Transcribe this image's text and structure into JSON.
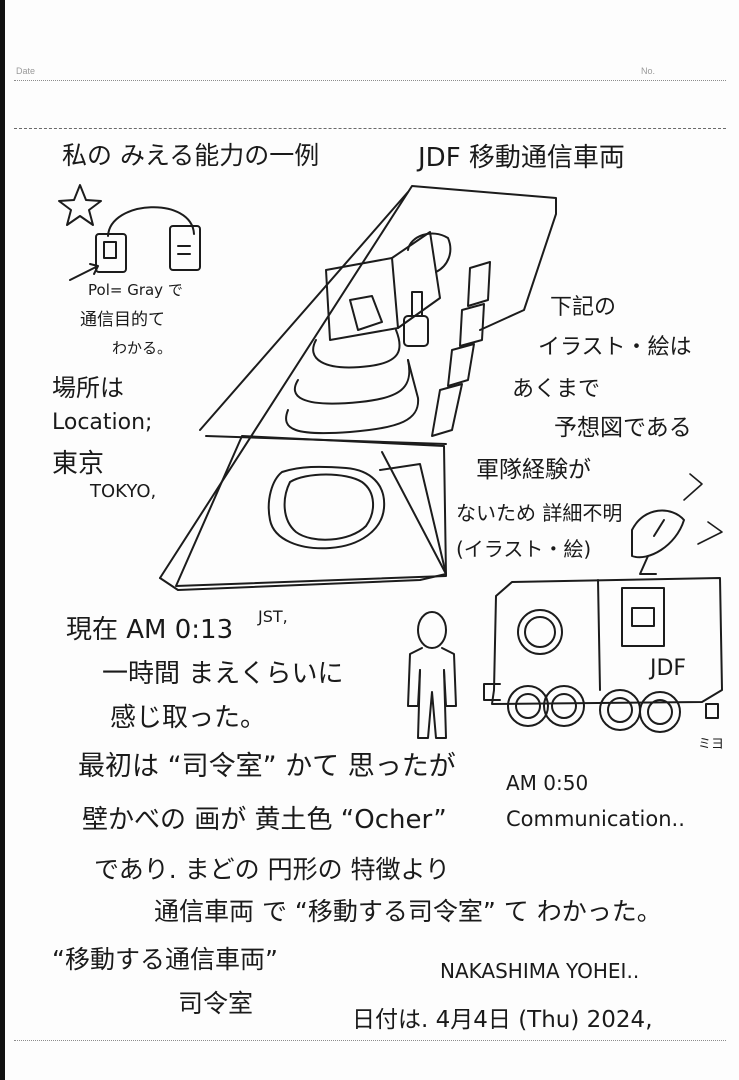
{
  "header": {
    "date_label": "Date",
    "no_label": "No."
  },
  "notes": {
    "title_left": "私の みえる能力の一例",
    "title_right": "JDF 移動通信車両",
    "headphone_note_1": "Pol= Gray で",
    "headphone_note_2": "通信目的て",
    "headphone_note_3": "わかる。",
    "location_1": "場所は",
    "location_2": "Location;",
    "location_3": "東京",
    "location_4": "TOKYO,",
    "illust_note_1": "下記の",
    "illust_note_2": "イラスト・絵は",
    "illust_note_3": "あくまで",
    "illust_note_4": "予想図である",
    "military_1": "軍隊経験が",
    "military_2": "ないため 詳細不明",
    "military_3": "(イラスト・絵)",
    "truck_label": "JDF",
    "truck_sign": "ミヨ",
    "current_1": "現在 AM 0:13",
    "current_jst": "JST,",
    "current_2": "一時間 まえくらいに",
    "current_3": "感じ取った。",
    "first_1": "最初は “司令室” かて 思ったが",
    "time_2": "AM 0:50",
    "communication": "Communication..",
    "wall_1": "壁かべの 画が 黄土色 “Ocher”",
    "wall_2": "であり. まどの 円形の 特徴より",
    "conclusion": "通信車両 で “移動する司令室” て わかった。",
    "quote_1": "“移動する通信車両”",
    "quote_2": "司令室",
    "author": "NAKASHIMA YOHEI..",
    "date_line": "日付は. 4月4日 (Thu) 2024,"
  }
}
